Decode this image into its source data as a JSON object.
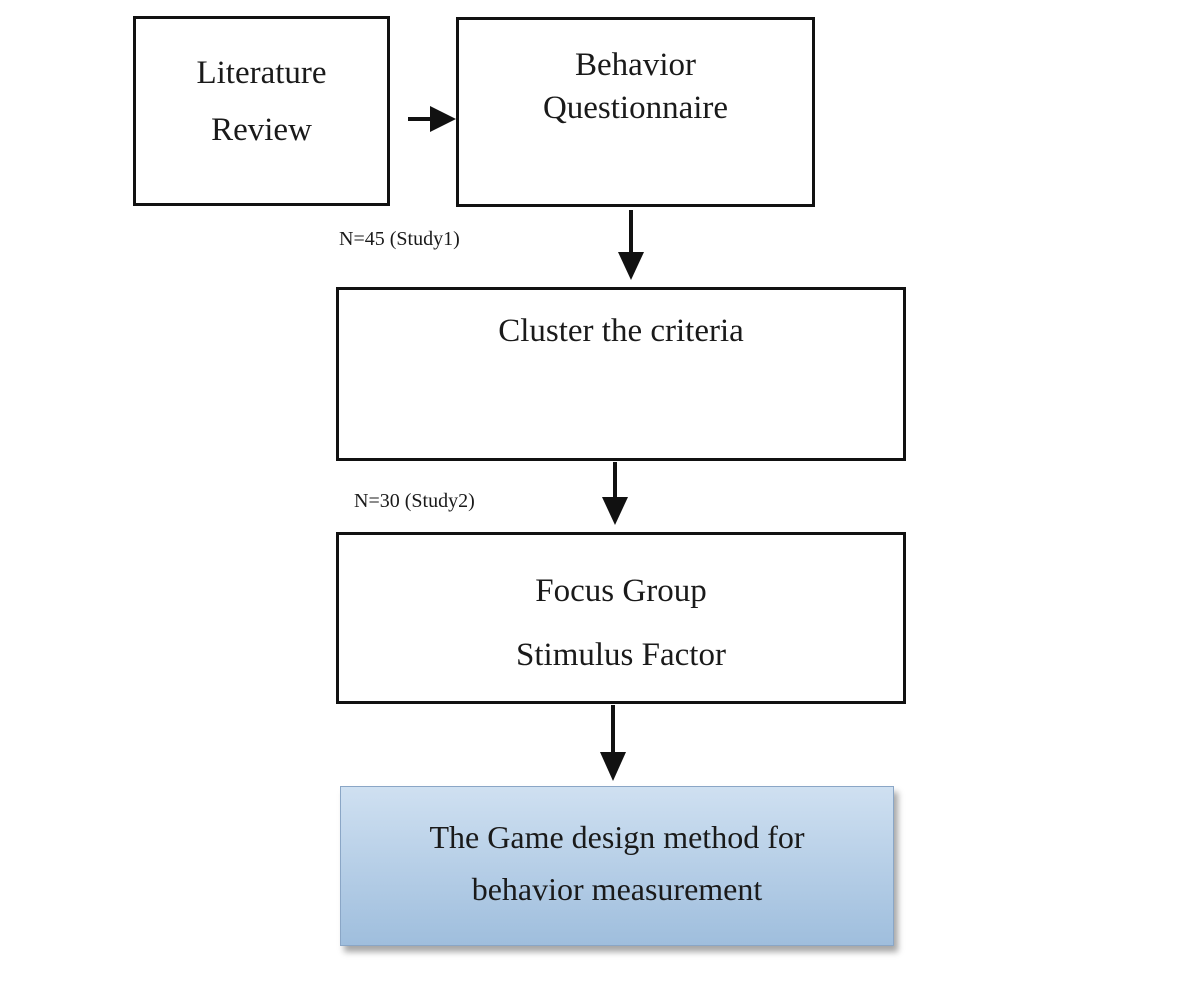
{
  "nodes": {
    "literature_review": {
      "line1": "Literature",
      "line2": "Review"
    },
    "behavior_questionnaire": {
      "line1": "Behavior",
      "line2": "Questionnaire"
    },
    "cluster_criteria": {
      "label": "Cluster the criteria"
    },
    "focus_group": {
      "line1": "Focus Group",
      "line2": "Stimulus Factor"
    },
    "game_design": {
      "line1": "The Game design method for",
      "line2": "behavior measurement"
    }
  },
  "annotations": {
    "study1": "N=45 (Study1)",
    "study2": "N=30 (Study2)"
  },
  "colors": {
    "border": "#111111",
    "final_box_fill": "#b4cde6"
  }
}
